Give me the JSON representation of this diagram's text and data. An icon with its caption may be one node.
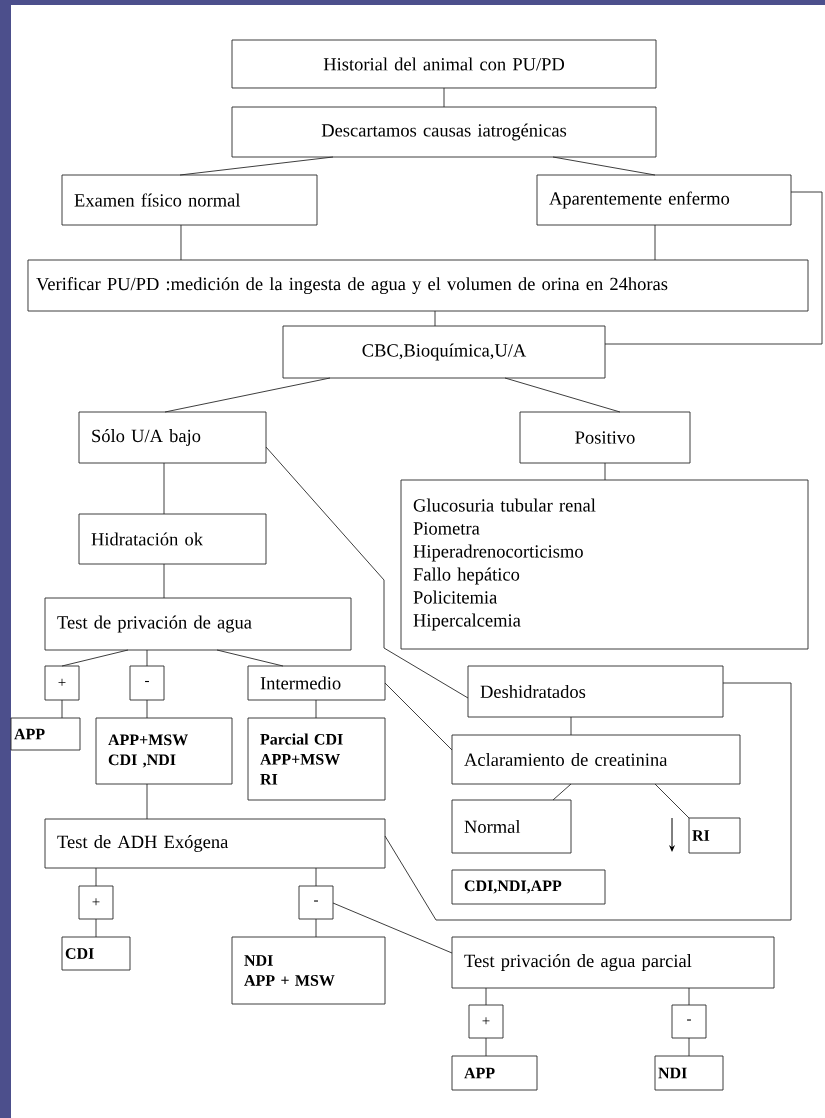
{
  "diagram": {
    "nodes": [
      {
        "text": [
          "Historial del animal con PU/PD"
        ]
      },
      {
        "text": [
          "Descartamos causas iatrogénicas"
        ]
      },
      {
        "text": [
          "Examen físico normal"
        ]
      },
      {
        "text": [
          "Aparentemente enfermo"
        ]
      },
      {
        "text": [
          "Verificar PU/PD :medición de la ingesta de agua y el volumen de orina en 24horas"
        ]
      },
      {
        "text": [
          "CBC,Bioquímica,U/A"
        ]
      },
      {
        "text": [
          "Sólo U/A bajo"
        ]
      },
      {
        "text": [
          "Positivo"
        ]
      },
      {
        "text": [
          "Glucosuria tubular renal",
          "Piometra",
          "Hiperadrenocorticismo",
          "Fallo hepático",
          "Policitemia",
          "Hipercalcemia"
        ]
      },
      {
        "text": [
          "Hidratación ok"
        ]
      },
      {
        "text": [
          "Test de privación de agua"
        ]
      },
      {
        "text": [
          "+"
        ]
      },
      {
        "text": [
          "-"
        ]
      },
      {
        "text": [
          "Intermedio"
        ]
      },
      {
        "text": [
          "APP"
        ]
      },
      {
        "text": [
          "APP+MSW",
          "CDI ,NDI"
        ]
      },
      {
        "text": [
          "Parcial CDI",
          "APP+MSW",
          "RI"
        ]
      },
      {
        "text": [
          "Deshidratados"
        ]
      },
      {
        "text": [
          "Aclaramiento de creatinina"
        ]
      },
      {
        "text": [
          "Normal"
        ]
      },
      {
        "text": [
          "RI"
        ]
      },
      {
        "text": [
          "CDI,NDI,APP"
        ]
      },
      {
        "text": [
          "Test de ADH Exógena"
        ]
      },
      {
        "text": [
          "+"
        ]
      },
      {
        "text": [
          "-"
        ]
      },
      {
        "text": [
          "CDI"
        ]
      },
      {
        "text": [
          "NDI",
          "APP + MSW"
        ]
      },
      {
        "text": [
          "Test privación de agua parcial"
        ]
      },
      {
        "text": [
          "+"
        ]
      },
      {
        "text": [
          "-"
        ]
      },
      {
        "text": [
          "APP"
        ]
      },
      {
        "text": [
          "NDI"
        ]
      }
    ],
    "edges": [
      {
        "from": 0,
        "to": 1,
        "arrow": "none"
      },
      {
        "from": 1,
        "to": 2,
        "arrow": "none"
      },
      {
        "from": 1,
        "to": 3,
        "arrow": "none"
      },
      {
        "from": 2,
        "to": 4,
        "arrow": "none"
      },
      {
        "from": 3,
        "to": 4,
        "arrow": "none"
      },
      {
        "from": 3,
        "to": 5,
        "arrow": "none"
      },
      {
        "from": 4,
        "to": 5,
        "arrow": "none"
      },
      {
        "from": 5,
        "to": 6,
        "arrow": "none"
      },
      {
        "from": 5,
        "to": 7,
        "arrow": "none"
      },
      {
        "from": 6,
        "to": 9,
        "arrow": "none"
      },
      {
        "from": 6,
        "to": 17,
        "arrow": "none"
      },
      {
        "from": 7,
        "to": 8,
        "arrow": "none"
      },
      {
        "from": 9,
        "to": 10,
        "arrow": "none"
      },
      {
        "from": 10,
        "to": 11,
        "arrow": "none"
      },
      {
        "from": 10,
        "to": 12,
        "arrow": "none"
      },
      {
        "from": 10,
        "to": 13,
        "arrow": "none"
      },
      {
        "from": 11,
        "to": 14,
        "arrow": "none"
      },
      {
        "from": 12,
        "to": 15,
        "arrow": "none"
      },
      {
        "from": 13,
        "to": 16,
        "arrow": "none"
      },
      {
        "from": 13,
        "to": 18,
        "arrow": "none"
      },
      {
        "from": 15,
        "to": 22,
        "arrow": "none"
      },
      {
        "from": 17,
        "to": 18,
        "arrow": "none"
      },
      {
        "from": 17,
        "to": 22,
        "arrow": "none"
      },
      {
        "from": 18,
        "to": 19,
        "arrow": "none"
      },
      {
        "from": 18,
        "to": 20,
        "arrow": "none"
      },
      {
        "from": 22,
        "to": 23,
        "arrow": "none"
      },
      {
        "from": 22,
        "to": 24,
        "arrow": "none"
      },
      {
        "from": 23,
        "to": 25,
        "arrow": "none"
      },
      {
        "from": 24,
        "to": 26,
        "arrow": "none"
      },
      {
        "from": 24,
        "to": 27,
        "arrow": "none"
      },
      {
        "from": 27,
        "to": 28,
        "arrow": "none"
      },
      {
        "from": 27,
        "to": 29,
        "arrow": "none"
      },
      {
        "from": 28,
        "to": 30,
        "arrow": "none"
      },
      {
        "from": 29,
        "to": 31,
        "arrow": "none"
      }
    ]
  }
}
